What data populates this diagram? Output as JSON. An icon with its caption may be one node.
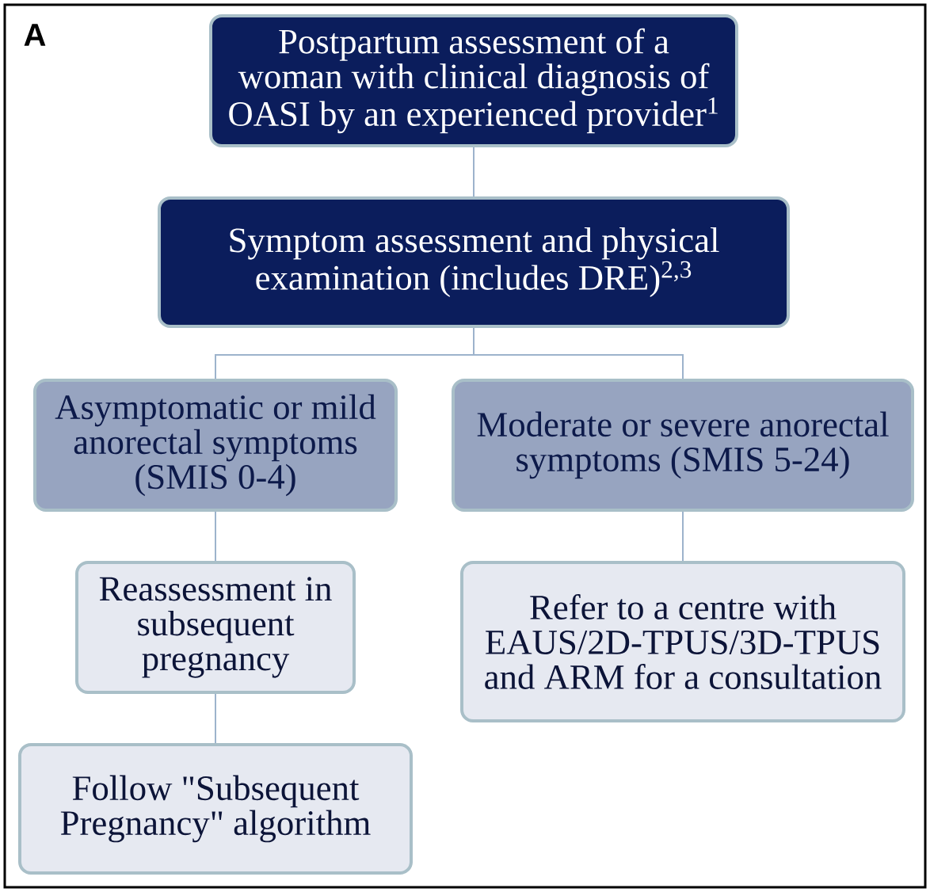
{
  "diagram": {
    "nodes": [
      {
        "text": [
          "Postpartum assessment of a woman with clinical diagnosis of OASI by an experienced provider$^{1}$"
        ]
      },
      {
        "text": [
          "Symptom assessment and physical examination (includes DRE)$^{2,3}$"
        ]
      },
      {
        "text": [
          "Asymptomatic or mild anorectal symptoms (SMIS 0-4)"
        ]
      },
      {
        "text": [
          "Moderate or severe anorectal symptoms (SMIS 5-24)"
        ]
      },
      {
        "text": [
          "Reassessment in subsequent pregnancy"
        ]
      },
      {
        "text": [
          "Refer to a centre with EAUS/2D-TPUS/3D-TPUS and ARM for a consultation"
        ]
      },
      {
        "text": [
          "Follow \"Subsequent Pregnancy\" algorithm"
        ]
      }
    ],
    "edges": [
      {
        "from": 0,
        "to": 1,
        "arrow": "none"
      },
      {
        "from": 1,
        "to": 2,
        "arrow": "none"
      },
      {
        "from": 1,
        "to": 3,
        "arrow": "none"
      },
      {
        "from": 2,
        "to": 4,
        "arrow": "none"
      },
      {
        "from": 3,
        "to": 5,
        "arrow": "none"
      },
      {
        "from": 4,
        "to": 6,
        "arrow": "none"
      }
    ],
    "labels": [
      "A"
    ]
  }
}
